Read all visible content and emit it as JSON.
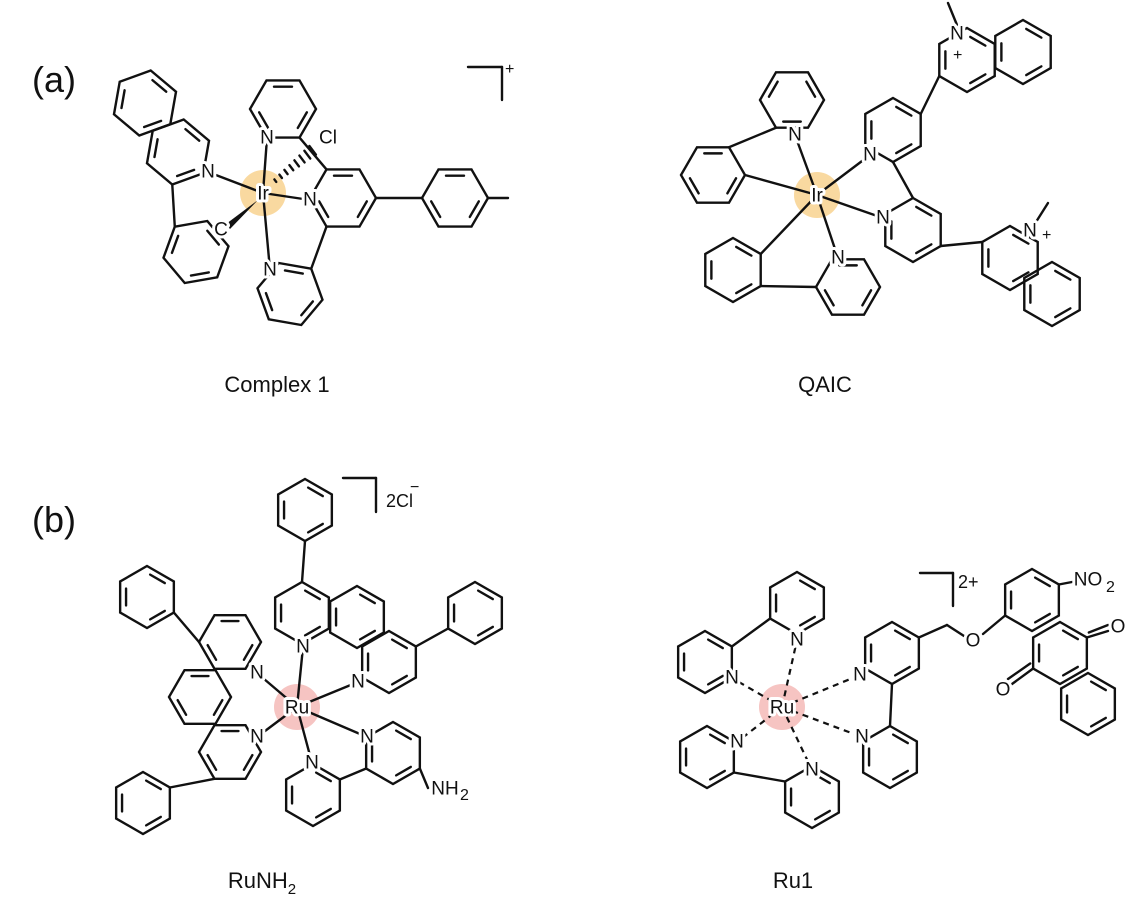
{
  "panels": {
    "a": "(a)",
    "b": "(b)"
  },
  "compounds": {
    "complex1": {
      "name": "Complex 1",
      "metal": "Ir",
      "charge": "+",
      "atoms": {
        "n1": "N",
        "n2": "N",
        "n3": "N",
        "n4": "N",
        "cl": "Cl",
        "c": "C"
      },
      "metal_color": "#f9d9a0"
    },
    "qaic": {
      "name": "QAIC",
      "metal": "Ir",
      "atoms": {
        "n1": "N",
        "n2": "N",
        "n3": "N",
        "n4": "N",
        "nq1": "N",
        "nq2": "N",
        "plus1": "+",
        "plus2": "+"
      },
      "metal_color": "#f9d9a0"
    },
    "runh2": {
      "name_main": "RuNH",
      "name_sub": "2",
      "metal": "Ru",
      "counterion": "2Cl",
      "counterion_charge": "−",
      "atoms": {
        "n1": "N",
        "n2": "N",
        "n3": "N",
        "n4": "N",
        "n5": "N",
        "n6": "N",
        "nh": "NH",
        "nh_sub": "2"
      },
      "metal_color": "#f6c4c2"
    },
    "ru1": {
      "name": "Ru1",
      "metal": "Ru",
      "charge": "2+",
      "atoms": {
        "n1": "N",
        "n2": "N",
        "n3": "N",
        "n4": "N",
        "n5": "N",
        "n6": "N",
        "o_ether": "O",
        "o1": "O",
        "o2": "O",
        "no": "NO",
        "no_sub": "2"
      },
      "metal_color": "#f6c4c2"
    }
  }
}
